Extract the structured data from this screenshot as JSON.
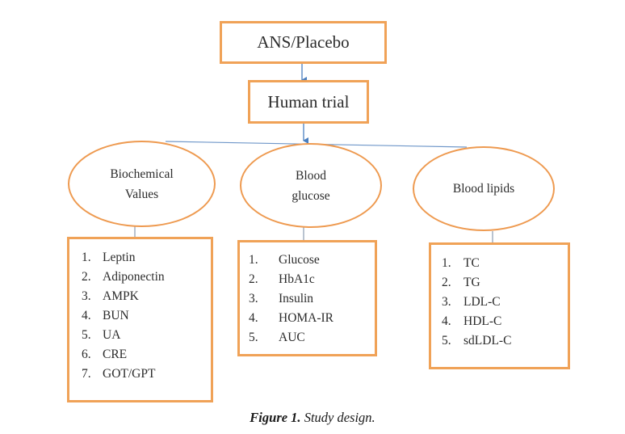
{
  "diagram": {
    "top_node": {
      "label": "ANS/Placebo"
    },
    "second_node": {
      "label": "Human trial"
    },
    "categories": [
      {
        "label_lines": [
          "Biochemical",
          "Values"
        ],
        "items": [
          {
            "num": "1.",
            "text": "Leptin"
          },
          {
            "num": "2.",
            "text": "Adiponectin"
          },
          {
            "num": "3.",
            "text": "AMPK"
          },
          {
            "num": "4.",
            "text": "BUN"
          },
          {
            "num": "5.",
            "text": "UA"
          },
          {
            "num": "6.",
            "text": "CRE"
          },
          {
            "num": "7.",
            "text": "GOT/GPT"
          }
        ]
      },
      {
        "label_lines": [
          "Blood",
          "glucose"
        ],
        "items": [
          {
            "num": "1.",
            "text": "Glucose"
          },
          {
            "num": "2.",
            "text": "HbA1c"
          },
          {
            "num": "3.",
            "text": "Insulin"
          },
          {
            "num": "4.",
            "text": "HOMA-IR"
          },
          {
            "num": "5.",
            "text": "AUC"
          }
        ]
      },
      {
        "label_lines": [
          "Blood lipids"
        ],
        "items": [
          {
            "num": "1.",
            "text": "TC"
          },
          {
            "num": "2.",
            "text": "TG"
          },
          {
            "num": "3.",
            "text": "LDL-C"
          },
          {
            "num": "4.",
            "text": "HDL-C"
          },
          {
            "num": "5.",
            "text": "sdLDL-C"
          }
        ]
      }
    ]
  },
  "caption": {
    "label": "Figure 1.",
    "text": " Study design."
  },
  "colors": {
    "node_border": "#f0a257",
    "connector": "#4a7fc0"
  }
}
